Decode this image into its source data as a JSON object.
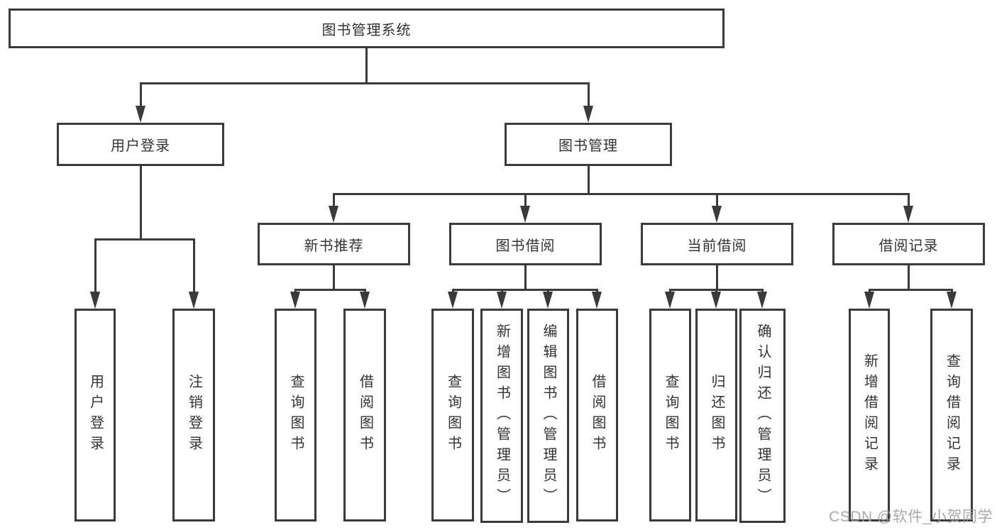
{
  "tree": {
    "root": {
      "label": "图书管理系统"
    },
    "branches": [
      {
        "label": "用户登录",
        "leaves": [
          {
            "label": "用户登录"
          },
          {
            "label": "注销登录"
          }
        ]
      },
      {
        "label": "图书管理",
        "groups": [
          {
            "label": "新书推荐",
            "leaves": [
              {
                "label": "查询图书"
              },
              {
                "label": "借阅图书"
              }
            ]
          },
          {
            "label": "图书借阅",
            "leaves": [
              {
                "label": "查询图书"
              },
              {
                "label": "新增图书（管理员）"
              },
              {
                "label": "编辑图书（管理员）"
              },
              {
                "label": "借阅图书"
              }
            ]
          },
          {
            "label": "当前借阅",
            "leaves": [
              {
                "label": "查询图书"
              },
              {
                "label": "归还图书"
              },
              {
                "label": "确认归还（管理员）"
              }
            ]
          },
          {
            "label": "借阅记录",
            "leaves": [
              {
                "label": "新增借阅记录"
              },
              {
                "label": "查询借阅记录"
              }
            ]
          }
        ]
      }
    ]
  },
  "watermark": {
    "text": "CSDN @软件_小贺同学"
  },
  "colors": {
    "line": "#3a3a3a",
    "text": "#333333",
    "bg": "#ffffff",
    "watermark": "#a2a2a2"
  }
}
